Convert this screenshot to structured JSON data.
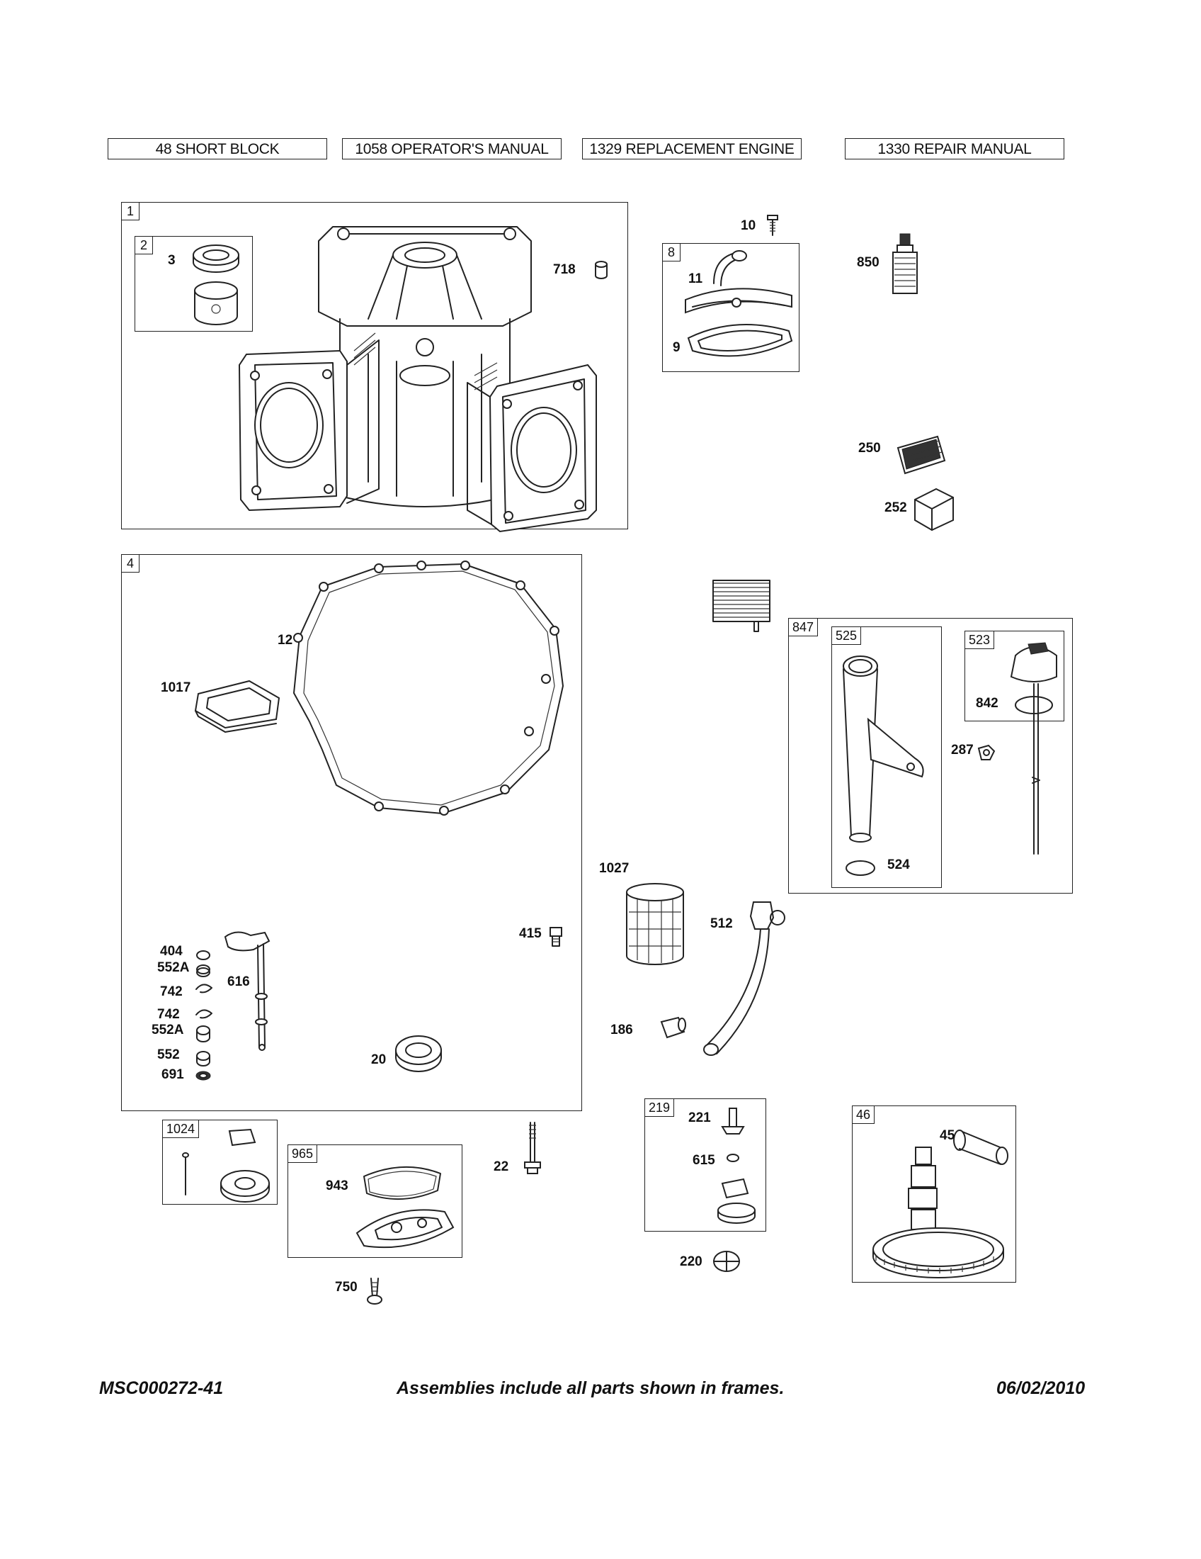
{
  "header_buttons": [
    {
      "label": "48 SHORT BLOCK"
    },
    {
      "label": "1058 OPERATOR'S MANUAL"
    },
    {
      "label": "1329 REPLACEMENT ENGINE"
    },
    {
      "label": "1330 REPAIR MANUAL"
    }
  ],
  "frames": {
    "f1": "1",
    "f2": "2",
    "f8": "8",
    "f4": "4",
    "f847": "847",
    "f525": "525",
    "f523": "523",
    "f1024": "1024",
    "f965": "965",
    "f219": "219",
    "f46": "46"
  },
  "parts": {
    "p3": "3",
    "p718": "718",
    "p10": "10",
    "p11": "11",
    "p9": "9",
    "p850": "850",
    "p250": "250",
    "p252": "252",
    "p12": "12",
    "p1017": "1017",
    "p842": "842",
    "p287": "287",
    "p524": "524",
    "p1027": "1027",
    "p512": "512",
    "p186": "186",
    "p415": "415",
    "p404": "404",
    "p552A_1": "552A",
    "p742_1": "742",
    "p742_2": "742",
    "p552A_2": "552A",
    "p552": "552",
    "p691": "691",
    "p616": "616",
    "p20": "20",
    "p22": "22",
    "p943": "943",
    "p750": "750",
    "p221": "221",
    "p615": "615",
    "p220": "220",
    "p45": "45"
  },
  "footer": {
    "code": "MSC000272-41",
    "note": "Assemblies include all parts shown in frames.",
    "date": "06/02/2010"
  }
}
